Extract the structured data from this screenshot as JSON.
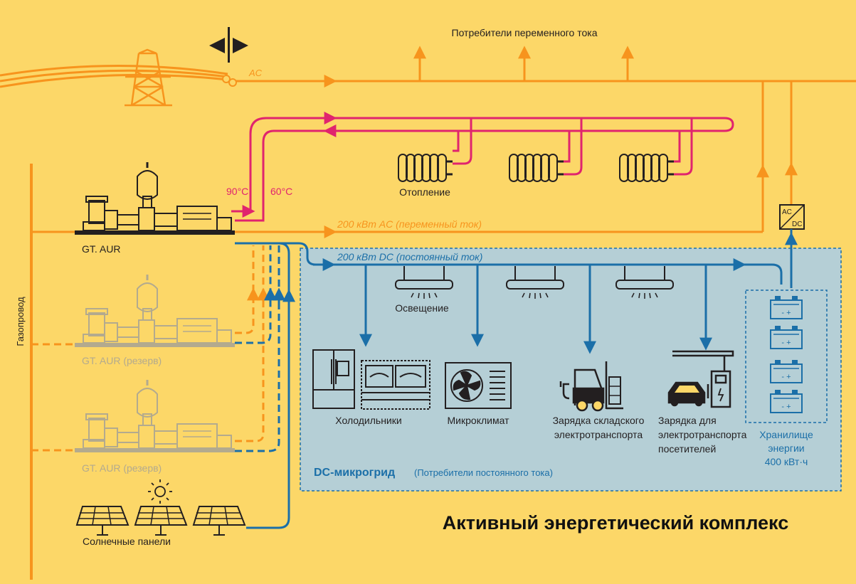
{
  "labels": {
    "ac_consumers": "Потребители переменного тока",
    "ac": "AC",
    "temp_hot": "90°C",
    "temp_warm": "60°C",
    "heating": "Отопление",
    "main_unit": "GT. AUR",
    "reserve_unit_1": "GT. AUR (резерв)",
    "reserve_unit_2": "GT. AUR (резерв)",
    "gas_pipeline": "Газопровод",
    "ac_line": "200 кВт AC (переменный ток)",
    "dc_line": "200 кВт DC (постоянный ток)",
    "lighting": "Освещение",
    "fridges": "Холодильники",
    "climate": "Микроклимат",
    "warehouse_charge_1": "Зарядка складского",
    "warehouse_charge_2": "электротранспорта",
    "visitor_charge_1": "Зарядка для",
    "visitor_charge_2": "электротранспорта",
    "visitor_charge_3": "посетителей",
    "storage_1": "Хранилище",
    "storage_2": "энергии",
    "storage_3": "400 кВт·ч",
    "dc_microgrid": "DC-микрогрид",
    "dc_consumers": "(Потребители постоянного тока)",
    "solar": "Солнечные панели",
    "converter_ac": "AC",
    "converter_dc": "DC",
    "title": "Активный энергетический комплекс"
  },
  "colors": {
    "background": "#fcd768",
    "ac_orange": "#f7941d",
    "heat_magenta": "#e0246e",
    "dc_blue": "#1b6fa8",
    "microgrid_fill": "#b5cfd6",
    "unit_dark": "#231f20",
    "unit_faded": "#b3aa8e",
    "title_text": "#111111",
    "warm_text": "#e0246e"
  },
  "icons": [
    "transmission-tower-icon",
    "bidirectional-arrow-icon",
    "radiator-icon",
    "lamp-icon",
    "refrigerator-icon",
    "fan-unit-icon",
    "forklift-icon",
    "car-charger-icon",
    "battery-icon",
    "solar-panel-icon",
    "sun-icon",
    "gas-turbine-icon",
    "ac-dc-converter-icon"
  ]
}
